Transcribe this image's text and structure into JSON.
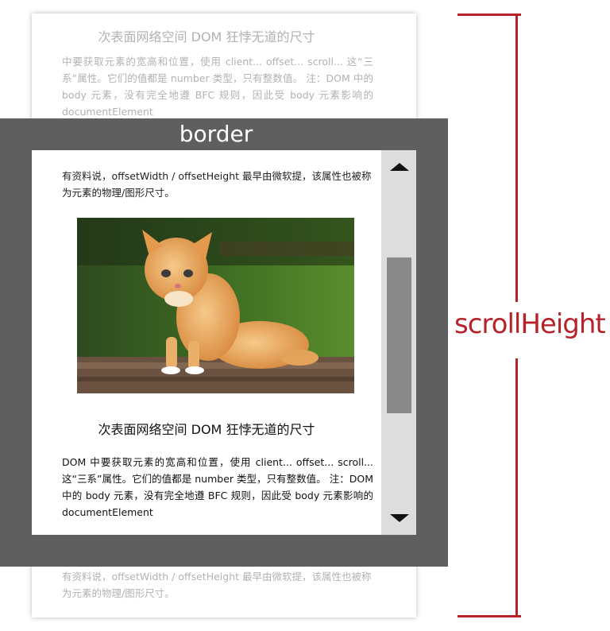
{
  "background_doc": {
    "title": "次表面网络空间   DOM 狂悖无道的尺寸",
    "para": "中要获取元素的宽高和位置，使用 client... offset... scroll... 这“三系”属性。它们的值都是 number 类型，只有整数值。 注：DOM 中的 body 元素，没有完全地遵 BFC 规则，因此受 body 元素影响的 documentElement",
    "para_bottom": "有资料说，offsetWidth / offsetHeight 最早由微软提，该属性也被称为元素的物理/图形尺寸。"
  },
  "border_label": "border",
  "viewport": {
    "para_top": "有资料说，offsetWidth / offsetHeight 最早由微软提，该属性也被称为元素的物理/图形尺寸。",
    "heading": "次表面网络空间   DOM 狂悖无道的尺寸",
    "para_main": "DOM 中要获取元素的宽高和位置，使用 client... offset... scroll... 这“三系”属性。它们的值都是 number 类型，只有整数值。 注：DOM 中的 body 元素，没有完全地遵 BFC 规则，因此受 body 元素影响的 documentElement"
  },
  "scroll_label": "scrollHeight",
  "colors": {
    "accent": "#b5242a",
    "border": "#5f5f5f",
    "scrollbar": "#dddddd",
    "thumb": "#8a8a8a"
  }
}
